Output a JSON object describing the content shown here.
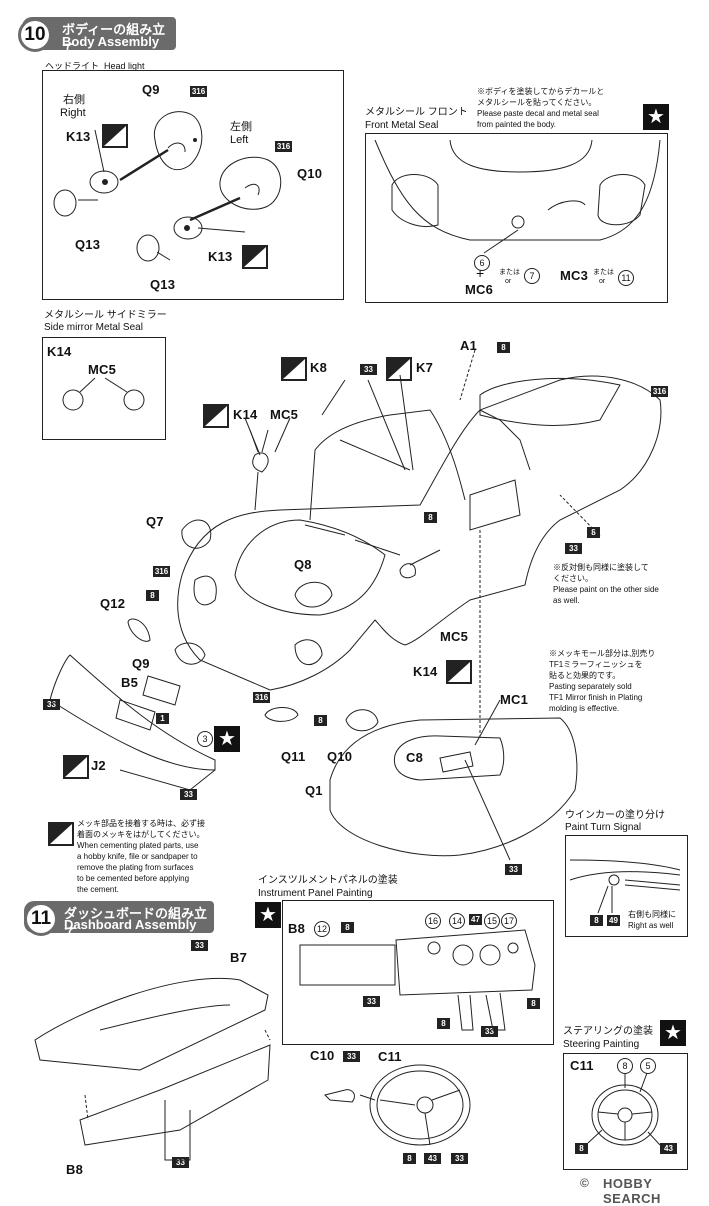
{
  "step10": {
    "number": "10",
    "title_jp": "ボディーの組み立て",
    "title_en": "Body Assembly"
  },
  "headlight": {
    "title_jp": "ヘッドライト",
    "title_en": "Head light",
    "right_jp": "右側",
    "right_en": "Right",
    "left_jp": "左側",
    "left_en": "Left",
    "labels": {
      "q9": "Q9",
      "k13a": "K13",
      "q13a": "Q13",
      "q10": "Q10",
      "k13b": "K13",
      "q13b": "Q13"
    },
    "paint": "316"
  },
  "front_seal": {
    "title_jp": "メタルシール フロント",
    "title_en": "Front Metal Seal",
    "note": [
      "※ボディを塗装してからデカールと",
      "メタルシールを貼ってください。",
      "Please paste decal and metal seal",
      "from painted the body."
    ],
    "mc6": "MC6",
    "mc3": "MC3",
    "c6": "6",
    "c7": "7",
    "c11": "11",
    "or_jp": "または",
    "or_en": "or"
  },
  "side_mirror": {
    "title_jp": "メタルシール サイドミラー",
    "title_en": "Side mirror Metal Seal",
    "k14": "K14",
    "mc5": "MC5"
  },
  "body_labels": {
    "a1": "A1",
    "k8": "K8",
    "k7": "K7",
    "k14": "K14",
    "mc5": "MC5",
    "q7": "Q7",
    "q8": "Q8",
    "q12": "Q12",
    "q9": "Q9",
    "b5": "B5",
    "j2": "J2",
    "q11": "Q11",
    "q10": "Q10",
    "k14b": "K14",
    "mc5b": "MC5",
    "mc1": "MC1",
    "c8": "C8",
    "q1": "Q1",
    "n33": "33",
    "n8": "8",
    "n316": "316",
    "n1": "1",
    "n3": "3"
  },
  "other_side_note": [
    "※反対側も同様に塗装して",
    "ください。",
    "Please paint on the other side",
    "as well."
  ],
  "plating_note": [
    "※メッキモール部分は,別売り",
    "TF1ミラーフィニッシュを",
    "貼ると効果的です。",
    "Pasting separately sold",
    "TF1 Mirror finish in Plating",
    "molding is effective."
  ],
  "cement_note": [
    "メッキ部品を接着する時は、必ず接",
    "着面のメッキをはがしてください。",
    "When cementing plated parts, use",
    "a hobby knife, file or sandpaper to",
    "remove the plating from surfaces",
    "to be cemented before applying",
    "the cement."
  ],
  "turn_signal": {
    "title_jp": "ウインカーの塗り分け",
    "title_en": "Paint Turn Signal",
    "c8": "8",
    "c49": "49",
    "note_jp": "右側も同様に",
    "note_en": "Right as well"
  },
  "step11": {
    "number": "11",
    "title_jp": "ダッシュボードの組み立て",
    "title_en": "Dashboard Assembly"
  },
  "instrument": {
    "title_jp": "インスツルメントパネルの塗装",
    "title_en": "Instrument Panel Painting",
    "b8": "B8",
    "c12": "12",
    "c16": "16",
    "c14": "14",
    "c47": "47",
    "c15": "15",
    "c17": "17"
  },
  "dash_labels": {
    "b7": "B7",
    "b8": "B8",
    "c10": "C10",
    "c11": "C11",
    "n33": "33",
    "n8": "8",
    "n43": "43"
  },
  "steering": {
    "title_jp": "ステアリングの塗装",
    "title_en": "Steering Painting",
    "c11": "C11",
    "c8": "8",
    "c5": "5"
  },
  "watermark": "HOBBY SEARCH",
  "copyright": "©"
}
